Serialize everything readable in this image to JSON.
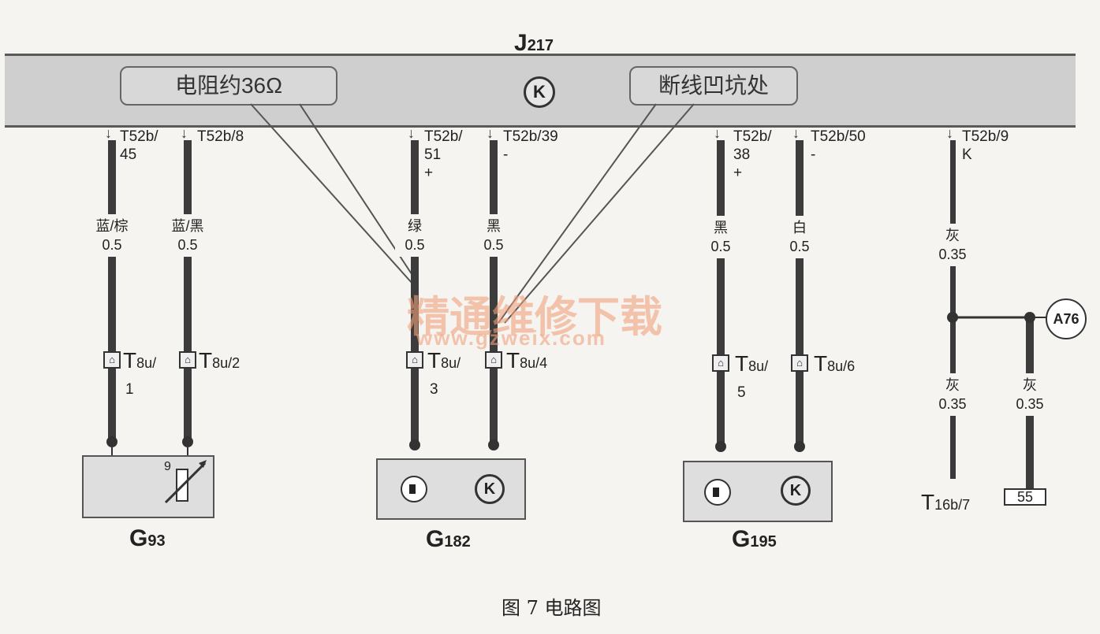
{
  "ecu": {
    "name": "J",
    "sub": "217"
  },
  "callouts": {
    "resistance": "电阻约36Ω",
    "break_point": "断线凹坑处"
  },
  "icons": {
    "k_symbol": "K",
    "temp_sensor": "temperature-symbol-icon"
  },
  "wires": [
    {
      "pin_top": "T52b/",
      "pin_bottom": "45",
      "pin_sign": "",
      "color": "蓝/棕",
      "size": "0.5",
      "conn_label": "T",
      "conn_sub": "8u/",
      "conn_pin": "1"
    },
    {
      "pin_top": "T52b/8",
      "pin_bottom": "",
      "pin_sign": "",
      "color": "蓝/黑",
      "size": "0.5",
      "conn_label": "T",
      "conn_sub": "8u/2",
      "conn_pin": ""
    },
    {
      "pin_top": "T52b/",
      "pin_bottom": "51",
      "pin_sign": "+",
      "color": "绿",
      "size": "0.5",
      "conn_label": "T",
      "conn_sub": "8u/",
      "conn_pin": "3"
    },
    {
      "pin_top": "T52b/39",
      "pin_bottom": "",
      "pin_sign": "-",
      "color": "黑",
      "size": "0.5",
      "conn_label": "T",
      "conn_sub": "8u/4",
      "conn_pin": ""
    },
    {
      "pin_top": "T52b/",
      "pin_bottom": "38",
      "pin_sign": "+",
      "color": "黑",
      "size": "0.5",
      "conn_label": "T",
      "conn_sub": "8u/",
      "conn_pin": "5"
    },
    {
      "pin_top": "T52b/50",
      "pin_bottom": "",
      "pin_sign": "-",
      "color": "白",
      "size": "0.5",
      "conn_label": "T",
      "conn_sub": "8u/6",
      "conn_pin": ""
    },
    {
      "pin_top": "T52b/9",
      "pin_bottom": "K",
      "pin_sign": "",
      "color": "灰",
      "size": "0.35"
    }
  ],
  "branch_wires": [
    {
      "color": "灰",
      "size": "0.35"
    },
    {
      "color": "灰",
      "size": "0.35"
    }
  ],
  "components": {
    "g93": {
      "name": "G",
      "sub": "93",
      "pin": "9"
    },
    "g182": {
      "name": "G",
      "sub": "182"
    },
    "g195": {
      "name": "G",
      "sub": "195"
    }
  },
  "terminals": {
    "t16b": {
      "name": "T",
      "sub": "16b/7"
    },
    "ground": "55",
    "a76": "A76"
  },
  "watermark": {
    "text": "精通维修下载",
    "url": "www.gzweix.com"
  },
  "caption": "图 7   电路图"
}
